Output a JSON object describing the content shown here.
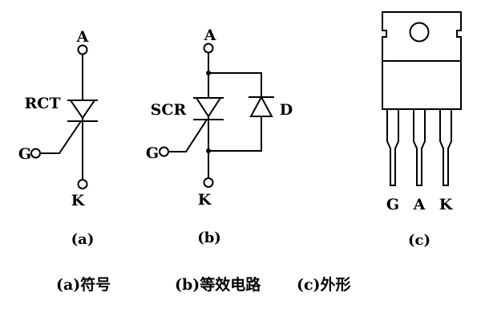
{
  "symbol": {
    "terminal_a": "A",
    "terminal_k": "K",
    "terminal_g": "G",
    "device_label": "RCT",
    "caption": "(a)"
  },
  "equivalent": {
    "terminal_a": "A",
    "terminal_k": "K",
    "terminal_g": "G",
    "scr_label": "SCR",
    "diode_label": "D",
    "caption": "(b)"
  },
  "package": {
    "pin_labels": [
      "G",
      "A",
      "K"
    ],
    "caption": "(c)"
  },
  "captions": {
    "a": "(a)符号",
    "b": "(b)等效电路",
    "c": "(c)外形"
  }
}
